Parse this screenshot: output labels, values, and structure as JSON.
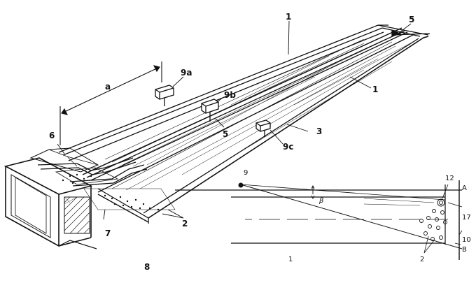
{
  "figure": {
    "labels": {
      "one_top": "1",
      "one_right": "1",
      "one_detail": "1",
      "five_top": "5",
      "five_mid": "5",
      "three": "3",
      "two_main": "2",
      "two_detail": "2",
      "six": "6",
      "seven": "7",
      "eight": "8",
      "nine": "9",
      "nine_a": "9a",
      "nine_b": "9b",
      "nine_c": "9c",
      "dim_a": "a",
      "ten": "10",
      "twelve": "12",
      "seventeen": "17",
      "point_a": "A",
      "point_b": "B",
      "beta": "β"
    }
  }
}
